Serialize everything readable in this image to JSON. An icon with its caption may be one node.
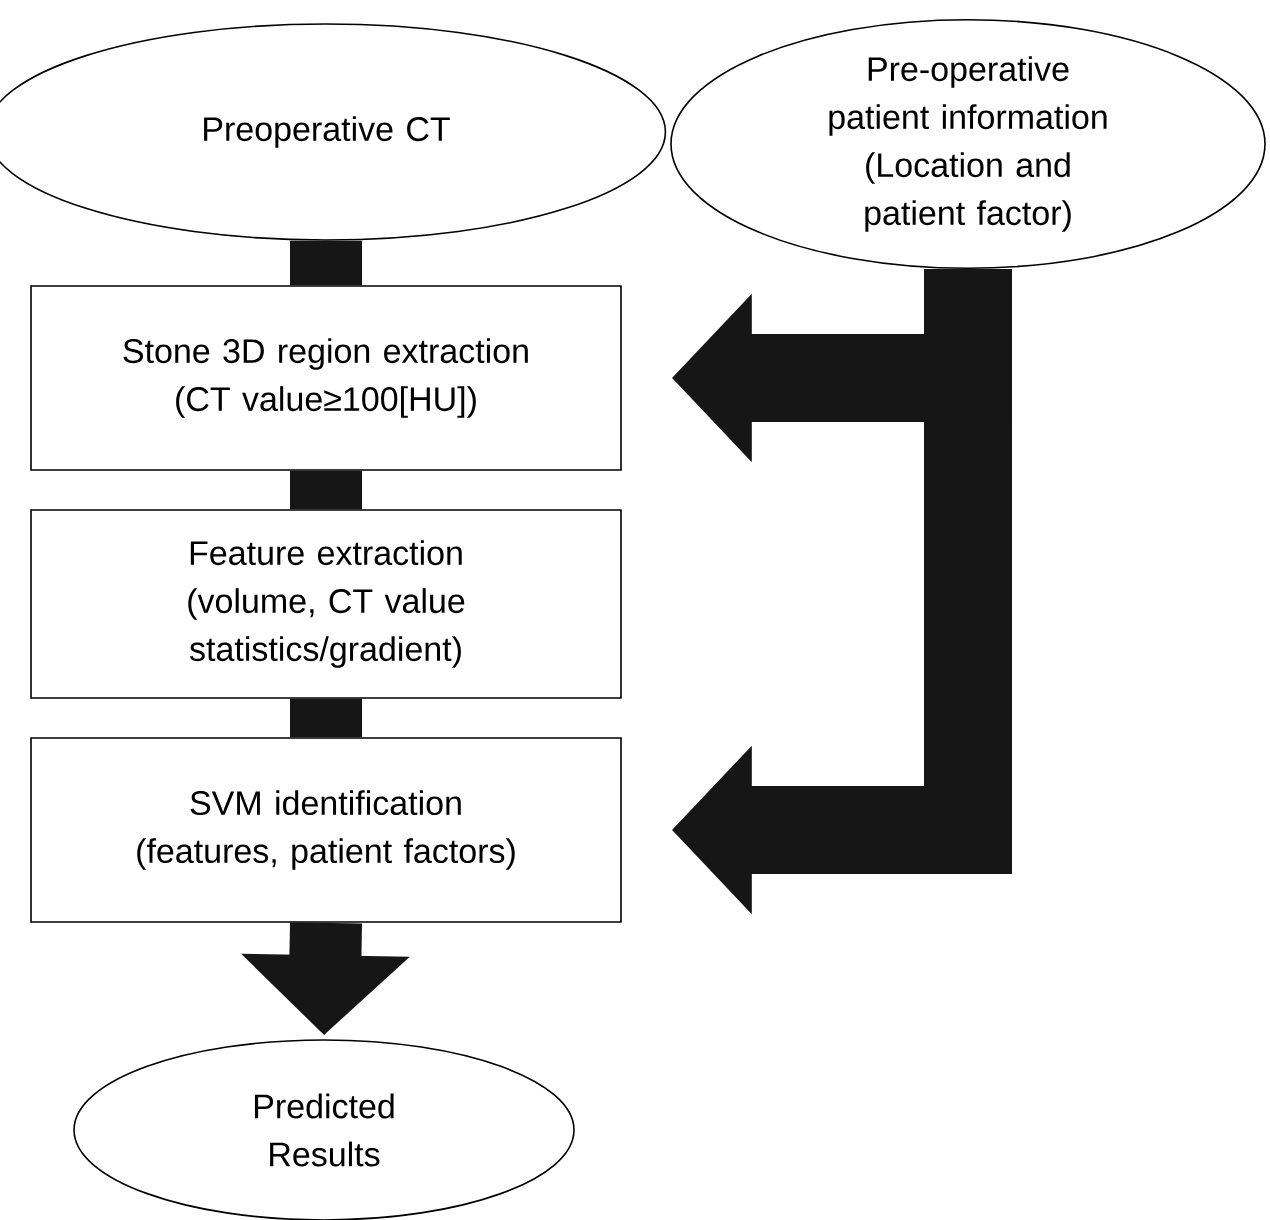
{
  "diagram": {
    "nodes": [
      {
        "text": [
          "Preoperative CT"
        ]
      },
      {
        "text": [
          "Pre-operative patient information",
          "(Location and patient factor)"
        ]
      },
      {
        "text": [
          "Stone 3D region extraction",
          "(CT value≥100[HU])"
        ]
      },
      {
        "text": [
          "Feature extraction",
          "(volume, CT value statistics/gradient)"
        ]
      },
      {
        "text": [
          "SVM identification",
          "(features, patient factors)"
        ]
      },
      {
        "text": [
          "Predicted Results"
        ]
      }
    ],
    "edges": [
      {
        "from": 0,
        "to": 2,
        "arrow": "none"
      },
      {
        "from": 2,
        "to": 3,
        "arrow": "none"
      },
      {
        "from": 3,
        "to": 4,
        "arrow": "none"
      },
      {
        "from": 4,
        "to": 5,
        "arrow": "to"
      },
      {
        "from": 1,
        "to": 2,
        "arrow": "to"
      },
      {
        "from": 1,
        "to": 4,
        "arrow": "to"
      }
    ]
  }
}
